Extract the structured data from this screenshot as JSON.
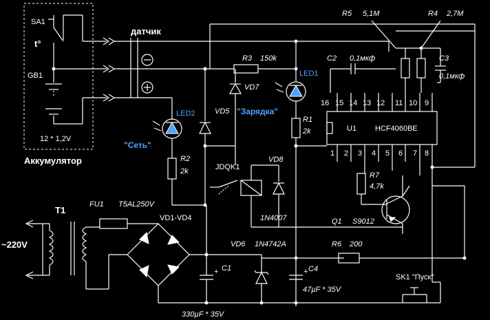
{
  "battery_block": {
    "switch_label": "SA1",
    "temp_label": "t°",
    "cell_label": "GB1",
    "voltage_label": "12 * 1,2V",
    "title": "Аккумулятор"
  },
  "sensor": {
    "label": "датчик",
    "minus": "−",
    "plus": "+"
  },
  "components": {
    "r3": "R3",
    "r3_val": "150k",
    "vd7": "VD7",
    "vd5": "VD5",
    "led1": "LED1",
    "led1_caption": "\"Зарядка\"",
    "led2": "LED2",
    "led2_caption": "\"Сеть\"",
    "r1": "R1",
    "r1_val": "2k",
    "r2": "R2",
    "r2_val": "2k",
    "c2": "C2",
    "c2_val": "0,1мкф",
    "c3": "C3",
    "c3_val": "0,1мкф",
    "r5": "R5",
    "r5_val": "5,1M",
    "r4": "R4",
    "r4_val": "2,7M",
    "u1": "U1",
    "ic": "HCF4060BE",
    "relay": "JDQK1",
    "vd8": "VD8",
    "vd8_val": "1N4007",
    "r7": "R7",
    "r7_val": "4,7k",
    "q1": "Q1",
    "q1_val": "S9012",
    "t1": "T1",
    "mains": "~220V",
    "fu1": "FU1",
    "fu1_val": "T5AL250V",
    "bridge": "VD1-VD4",
    "vd6": "VD6",
    "vd6_val": "1N4742A",
    "r6": "R6",
    "r6_val": "200",
    "c4": "C4",
    "c4_val": "47µF * 35V",
    "c1": "C1",
    "c1_val": "330µF * 35V",
    "sk1": "SK1 \"Пуск\""
  },
  "ic_pins_top": [
    "16",
    "15",
    "14",
    "13",
    "12",
    "11",
    "10",
    "9"
  ],
  "ic_pins_bottom": [
    "1",
    "2",
    "3",
    "4",
    "5",
    "6",
    "7",
    "8"
  ]
}
